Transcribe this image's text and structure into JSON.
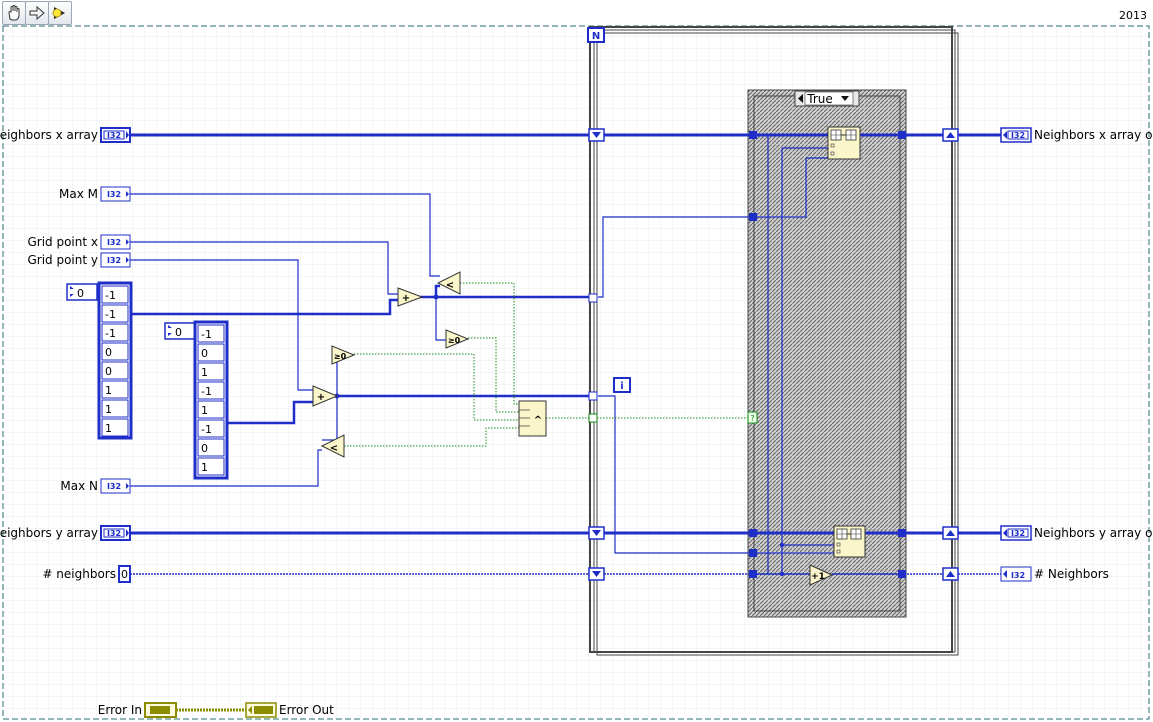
{
  "toolbar": {
    "run_icon": "hand-icon",
    "step_icon": "arrow-icon",
    "exec_icon": "lightbulb-run-icon",
    "version": "2013"
  },
  "structures": {
    "for_loop_count": "N",
    "for_loop_index": "i",
    "case_selector": "True"
  },
  "controls": {
    "neighbors_x": "Neighbors x array",
    "max_m": "Max M",
    "grid_x": "Grid point x",
    "grid_y": "Grid point y",
    "max_n": "Max N",
    "neighbors_y": "Neighbors y array",
    "num_neighbors": "# neighbors",
    "num_neighbors_value": "0",
    "error_in": "Error In"
  },
  "indicators": {
    "neighbors_x_out": "Neighbors x array out",
    "neighbors_y_out": "Neighbors y array out",
    "num_neighbors_out": "# Neighbors",
    "error_out": "Error Out"
  },
  "terminal_type": "I32",
  "constants": {
    "offset_x": {
      "index": "0",
      "values": [
        "-1",
        "-1",
        "-1",
        "0",
        "0",
        "1",
        "1",
        "1"
      ]
    },
    "offset_y": {
      "index": "0",
      "values": [
        "-1",
        "0",
        "1",
        "-1",
        "1",
        "-1",
        "0",
        "1"
      ]
    }
  },
  "nodes": {
    "add": "+",
    "less": "<",
    "gte_zero": "≥0",
    "and": "^",
    "increment": "+1",
    "bool_tunnel": "?"
  },
  "colors": {
    "i32_wire": "#1f2ec9",
    "bool_wire": "#138a13",
    "error_wire": "#8c8c00",
    "node_fill": "#fbf6c9",
    "frame": "#3a3a3a"
  }
}
